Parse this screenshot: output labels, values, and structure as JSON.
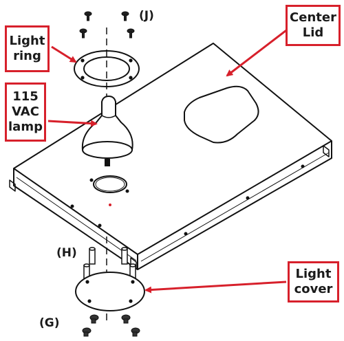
{
  "colors": {
    "callout_border": "#d7202b",
    "arrow": "#d7202b",
    "line_art": "#111111",
    "background": "#ffffff"
  },
  "callouts": {
    "light_ring": [
      "Light",
      "ring"
    ],
    "lamp": [
      "115",
      "VAC",
      "lamp"
    ],
    "center_lid": [
      "Center",
      "Lid"
    ],
    "light_cover": [
      "Light",
      "cover"
    ]
  },
  "labels": {
    "screws_j": "(J)",
    "standoffs_h": "(H)",
    "nuts_g": "(G)"
  }
}
